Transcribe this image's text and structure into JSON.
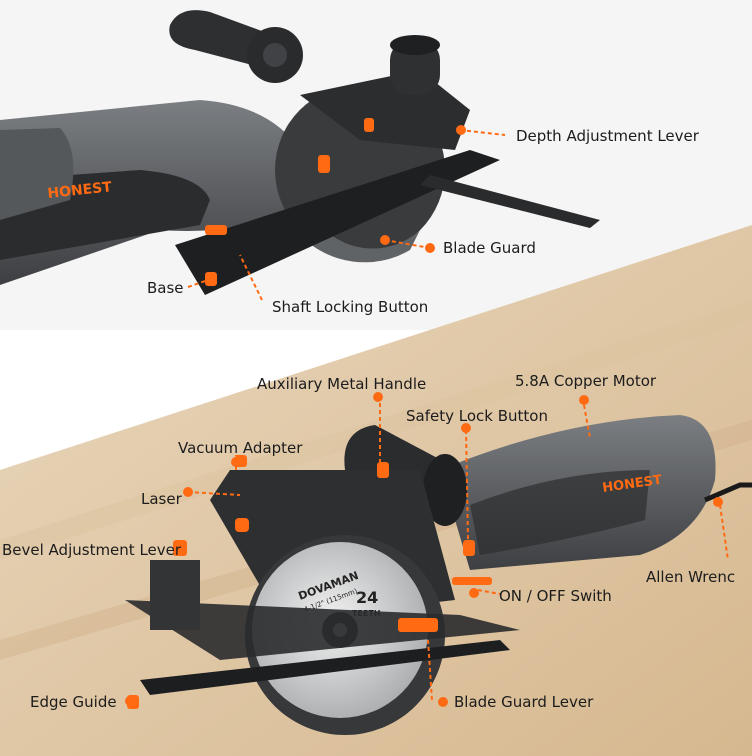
{
  "image": {
    "brand": "HONEST",
    "blade_brand": "DOVAMAN",
    "blade_teeth_count": "24",
    "blade_teeth_word": "TEETH",
    "blade_size": "4-1/2\" (115mm)",
    "accent_color": "#ff6a13"
  },
  "labels": {
    "depth_adjustment_lever": "Depth Adjustment Lever",
    "blade_guard": "Blade Guard",
    "base": "Base",
    "shaft_locking_button": "Shaft Locking Button",
    "auxiliary_metal_handle": "Auxiliary Metal Handle",
    "copper_motor": "5.8A Copper Motor",
    "safety_lock_button": "Safety Lock Button",
    "vacuum_adapter": "Vacuum Adapter",
    "laser": "Laser",
    "bevel_adjustment_lever": "Bevel Adjustment Lever",
    "allen_wrench": "Allen Wrenc",
    "on_off_switch": "ON / OFF Swith",
    "edge_guide": "Edge Guide",
    "blade_guard_lever": "Blade Guard Lever"
  }
}
